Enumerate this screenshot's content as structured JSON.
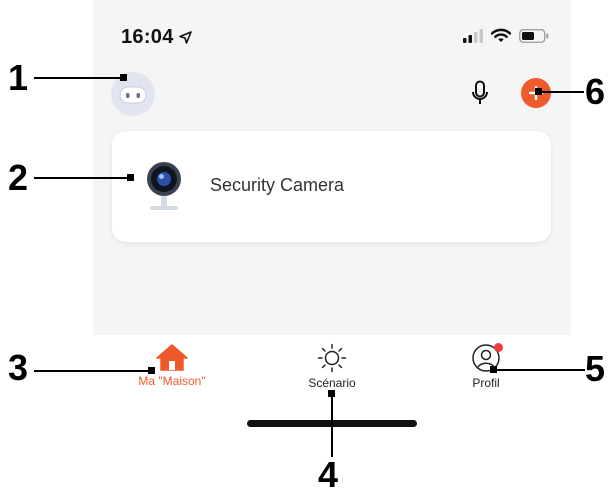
{
  "status_bar": {
    "time": "16:04",
    "icons": [
      "location-arrow-icon",
      "cellular-signal-icon",
      "wifi-icon",
      "battery-icon"
    ]
  },
  "header": {
    "avatar_icon": "robot-avatar-icon",
    "mic_icon": "microphone-icon",
    "add_icon": "plus-icon"
  },
  "devices": [
    {
      "name": "Security Camera",
      "icon": "security-camera-icon"
    }
  ],
  "tabs": [
    {
      "label": "Ma \"Maison\"",
      "icon": "home-icon",
      "active": true
    },
    {
      "label": "Scénario",
      "icon": "sun-icon",
      "active": false
    },
    {
      "label": "Profil",
      "icon": "profile-icon",
      "active": false,
      "badge": true
    }
  ],
  "callouts": [
    "1",
    "2",
    "3",
    "4",
    "5",
    "6"
  ],
  "colors": {
    "accent": "#ef5a2a",
    "badge": "#ef3b3b",
    "background": "#f5f5f5",
    "card": "#ffffff"
  }
}
